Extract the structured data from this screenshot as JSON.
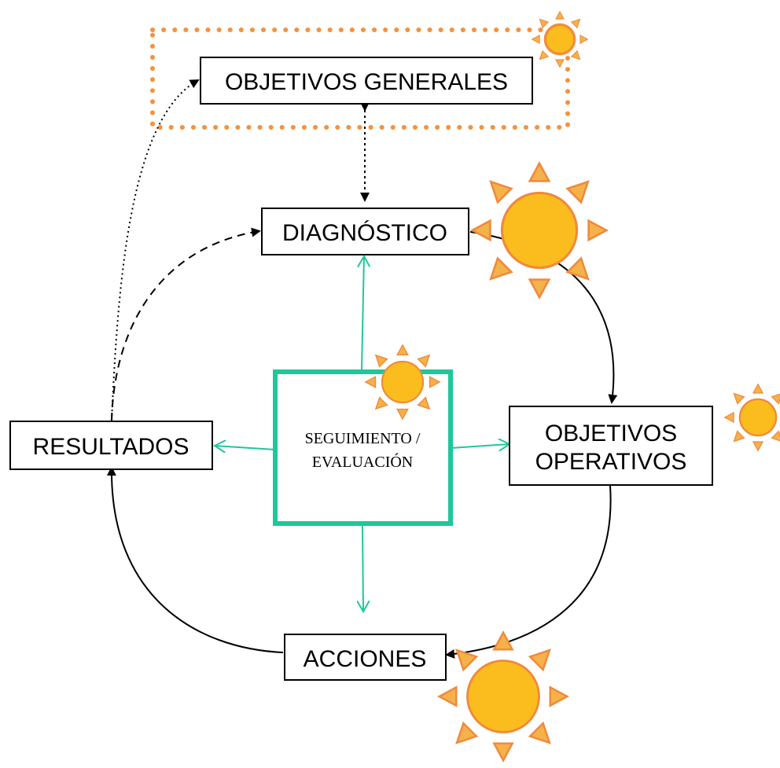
{
  "nodes": {
    "objetivos_generales": "OBJETIVOS GENERALES",
    "diagnostico": "DIAGNÓSTICO",
    "objetivos_operativos": [
      "OBJETIVOS",
      "OPERATIVOS"
    ],
    "acciones": "ACCIONES",
    "resultados": "RESULTADOS",
    "seguimiento": [
      "SEGUIMIENTO /",
      "EVALUACIÓN"
    ]
  },
  "colors": {
    "box_border": "#000000",
    "center_border": "#1fc79a",
    "teal_arrow": "#1fc79a",
    "dotted_frame": "#f5923e",
    "sun_fill": "#fbbd1e",
    "sun_ray": "#f5b24a",
    "sun_outline": "#f08a3c"
  },
  "icons": [
    "sun-icon"
  ]
}
